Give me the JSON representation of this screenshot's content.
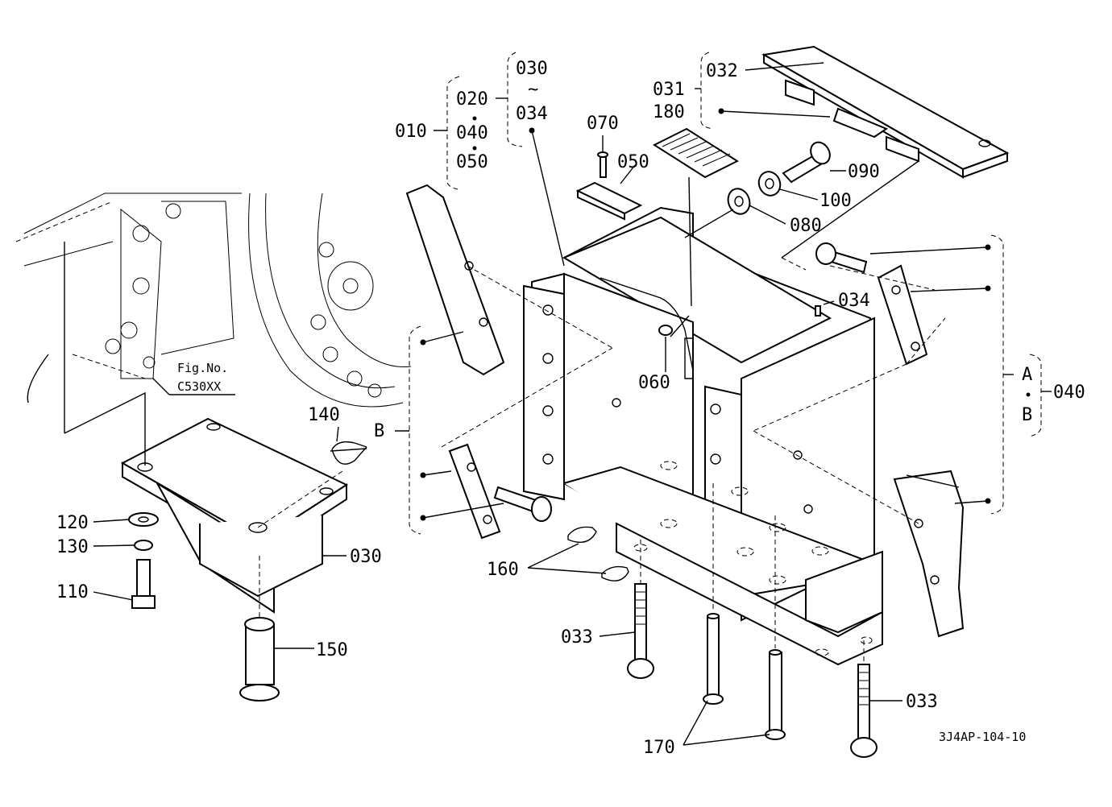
{
  "diagram": {
    "fig_ref_line1": "Fig.No.",
    "fig_ref_line2": "C530XX",
    "drawing_code": "3J4AP-104-10",
    "labels": {
      "l010": "010",
      "l020": "020",
      "l040a": "040",
      "l050a": "050",
      "l030top": "030",
      "tilde": "~",
      "l034top": "034",
      "l070": "070",
      "l050": "050",
      "l180": "180",
      "l031": "031",
      "l032": "032",
      "l090": "090",
      "l100": "100",
      "l080": "080",
      "l034": "034",
      "l060": "060",
      "lA": "A",
      "l040": "040",
      "lB": "B",
      "lBleft": "B",
      "l140": "140",
      "l120": "120",
      "l130": "130",
      "l030": "030",
      "l110": "110",
      "l150": "150",
      "l160": "160",
      "l033a": "033",
      "l033b": "033",
      "l170": "170"
    }
  }
}
